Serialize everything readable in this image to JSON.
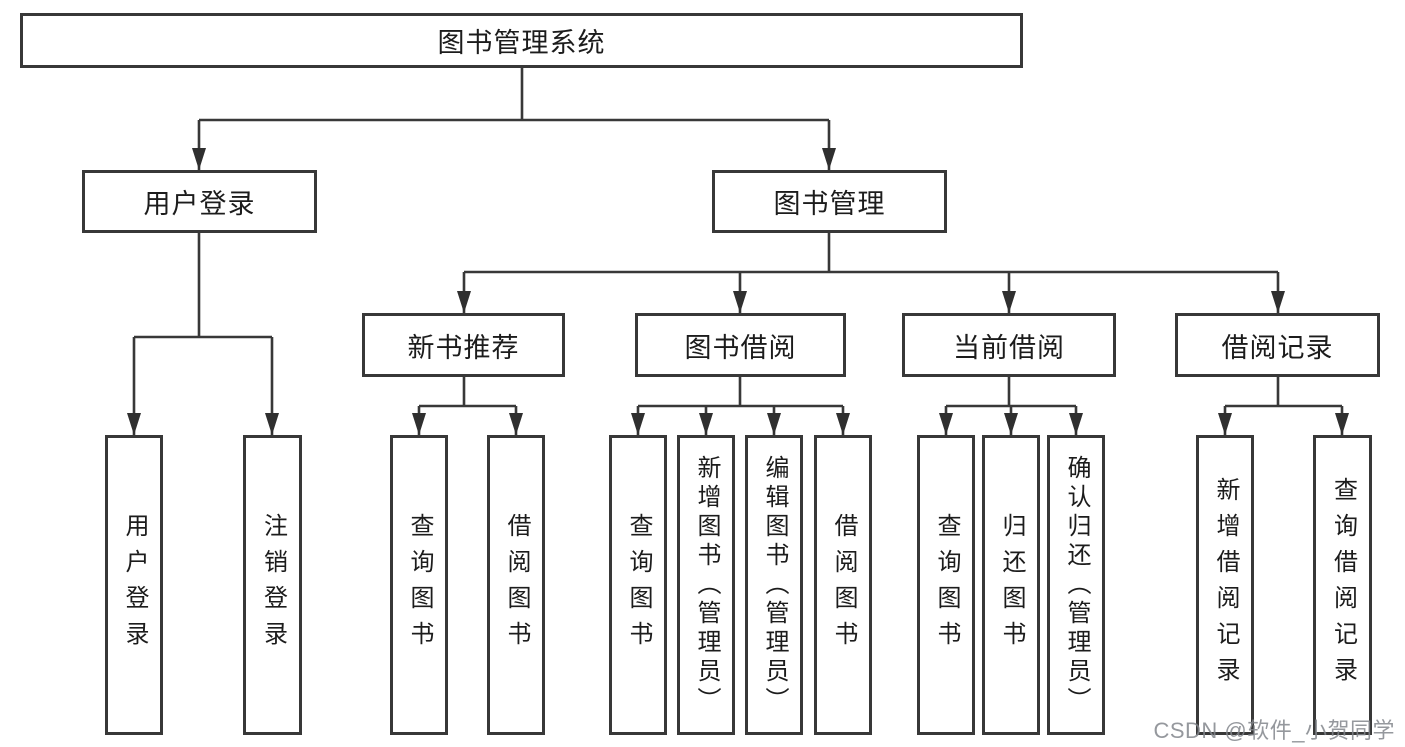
{
  "diagram": {
    "root": "图书管理系统",
    "branches": [
      {
        "label": "用户登录",
        "children": [
          "用户登录",
          "注销登录"
        ]
      },
      {
        "label": "图书管理",
        "groups": [
          {
            "label": "新书推荐",
            "children": [
              "查询图书",
              "借阅图书"
            ]
          },
          {
            "label": "图书借阅",
            "children": [
              "查询图书",
              "新增图书（管理员）",
              "编辑图书（管理员）",
              "借阅图书"
            ]
          },
          {
            "label": "当前借阅",
            "children": [
              "查询图书",
              "归还图书",
              "确认归还（管理员）"
            ]
          },
          {
            "label": "借阅记录",
            "children": [
              "新增借阅记录",
              "查询借阅记录"
            ]
          }
        ]
      }
    ]
  },
  "watermark": "CSDN @软件_小贺同学",
  "colors": {
    "line": "#383838",
    "box_border": "#383838",
    "box_background": "#ffffff",
    "text": "#1c1c1c",
    "watermark": "#82868c"
  }
}
